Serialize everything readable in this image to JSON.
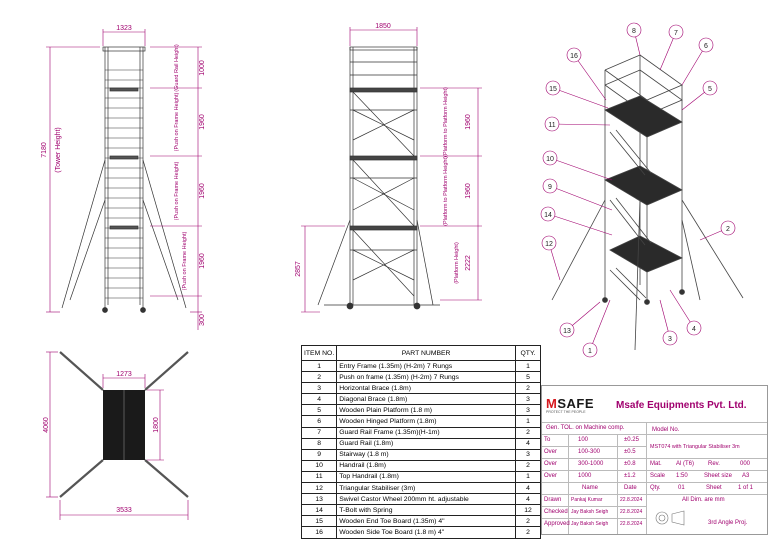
{
  "dims": {
    "front_width": "1323",
    "side_width": "1850",
    "plan_width_top": "1273",
    "plan_width_bottom": "3533",
    "plan_height_left": "4060",
    "plan_height_inner": "1800",
    "tower_height": "7180",
    "tower_height_label": "(Tower Height)",
    "guard_rail": "1000",
    "guard_rail_label": "(Guard Rail Height)",
    "platform_step": "1960",
    "push_frame_label": "(Push on Frame Height)",
    "push_frame_label_2": "(Push on Frame Height)",
    "push_frame_label_3": "(Push on Frame Height)",
    "castor": "300",
    "side_base": "2857",
    "platform_label": "(Platform to Platform Height)",
    "platform_label_2": "(Platform to Platform Height)",
    "first_platform": "2222",
    "first_platform_label": "(Platform Height)"
  },
  "balloons": [
    "1",
    "2",
    "3",
    "4",
    "5",
    "6",
    "7",
    "8",
    "9",
    "10",
    "11",
    "12",
    "13",
    "14",
    "15",
    "16"
  ],
  "parts_table": {
    "headers": {
      "no": "ITEM NO.",
      "part": "PART NUMBER",
      "qty": "QTY."
    },
    "rows": [
      {
        "no": "1",
        "part": "Entry Frame (1.35m) (H-2m) 7 Rungs",
        "qty": "1"
      },
      {
        "no": "2",
        "part": "Push on frame (1.35m) (H-2m) 7 Rungs",
        "qty": "5"
      },
      {
        "no": "3",
        "part": "Horizontal Brace (1.8m)",
        "qty": "2"
      },
      {
        "no": "4",
        "part": "Diagonal Brace (1.8m)",
        "qty": "3"
      },
      {
        "no": "5",
        "part": "Wooden Plain Platform (1.8 m)",
        "qty": "3"
      },
      {
        "no": "6",
        "part": "Wooden Hinged Platform (1.8m)",
        "qty": "1"
      },
      {
        "no": "7",
        "part": "Guard Rail Frame (1.35m)(H-1m)",
        "qty": "2"
      },
      {
        "no": "8",
        "part": "Guard Rail (1.8m)",
        "qty": "4"
      },
      {
        "no": "9",
        "part": "Stairway (1.8 m)",
        "qty": "3"
      },
      {
        "no": "10",
        "part": "Handrail (1.8m)",
        "qty": "2"
      },
      {
        "no": "11",
        "part": "Top Handrail (1.8m)",
        "qty": "1"
      },
      {
        "no": "12",
        "part": "Triangular Stabiliser (3m)",
        "qty": "4"
      },
      {
        "no": "13",
        "part": "Swivel Castor Wheel 200mm ht. adjustable",
        "qty": "4"
      },
      {
        "no": "14",
        "part": "T-Bolt with Spring",
        "qty": "12"
      },
      {
        "no": "15",
        "part": "Wooden End Toe Board (1.35m) 4\"",
        "qty": "2"
      },
      {
        "no": "16",
        "part": "Wooden Side Toe Board (1.8 m) 4\"",
        "qty": "2"
      }
    ]
  },
  "title_block": {
    "logo_m": "M",
    "logo_rest": "SAFE",
    "logo_tag": "PROTECT THE PEOPLE",
    "company": "Msafe Equipments Pvt. Ltd.",
    "gen_tol": "Gen. TOL. on Machine comp.",
    "model_no_label": "Model No.",
    "model_no": "MST074 with Triangular Stabiliser 3m",
    "tol_rows": [
      {
        "a": "To",
        "b": "100",
        "c": "±0.25"
      },
      {
        "a": "Over",
        "b": "100-300",
        "c": "±0.5"
      },
      {
        "a": "Over",
        "b": "300-1000",
        "c": "±0.8"
      },
      {
        "a": "Over",
        "b": "1000",
        "c": "±1.2"
      }
    ],
    "mat_label": "Mat.",
    "mat": "Al (T6)",
    "rev_label": "Rev.",
    "rev": "000",
    "scale_label": "Scale",
    "scale": "1:50",
    "sheet_size_label": "Sheet size",
    "sheet_size": "A3",
    "qty_label": "Qty.",
    "qty": "01",
    "sheet_label": "Sheet",
    "sheet": "1 of 1",
    "name_label": "Name",
    "date_label": "Date",
    "drawn_label": "Drawn",
    "drawn_name": "Pankaj Kumar",
    "drawn_date": "22.8.2024",
    "checked_label": "Checked",
    "checked_name": "Jay Baksh Seigh",
    "checked_date": "22.8.2024",
    "approved_label": "Approved",
    "approved_name": "Jay Baksh Seigh",
    "approved_date": "22.8.2024",
    "units": "All Dim. are mm",
    "projection": "3rd Angle Proj."
  }
}
